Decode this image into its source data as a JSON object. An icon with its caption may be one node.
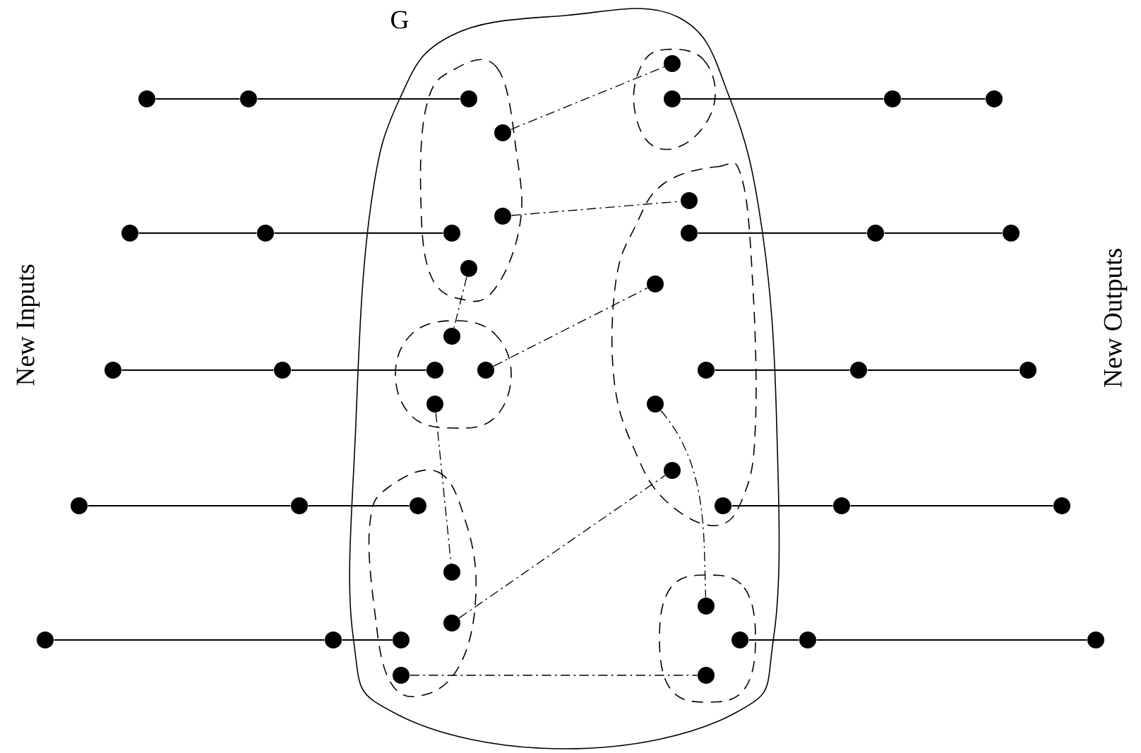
{
  "diagram": {
    "nodes": [
      {
        "text": [
          "G"
        ]
      },
      {
        "text": [],
        "shape": "oval",
        "in": 0
      },
      {
        "text": [],
        "shape": "circle",
        "in": 1
      },
      {
        "text": [],
        "shape": "circle",
        "in": 1
      },
      {
        "text": [],
        "shape": "circle",
        "in": 1
      },
      {
        "text": [],
        "shape": "circle",
        "in": 1
      },
      {
        "text": [],
        "shape": "circle",
        "in": 1
      },
      {
        "text": [],
        "shape": "oval",
        "in": 0
      },
      {
        "text": [],
        "shape": "circle",
        "in": 7
      },
      {
        "text": [],
        "shape": "circle",
        "in": 7
      },
      {
        "text": [],
        "shape": "oval",
        "in": 0
      },
      {
        "text": [],
        "shape": "circle",
        "in": 10
      },
      {
        "text": [],
        "shape": "circle",
        "in": 10
      },
      {
        "text": [],
        "shape": "circle",
        "in": 10
      },
      {
        "text": [],
        "shape": "circle",
        "in": 10
      },
      {
        "text": [],
        "shape": "oval",
        "in": 0
      },
      {
        "text": [],
        "shape": "circle",
        "in": 15
      },
      {
        "text": [],
        "shape": "circle",
        "in": 15
      },
      {
        "text": [],
        "shape": "circle",
        "in": 15
      },
      {
        "text": [],
        "shape": "circle",
        "in": 15
      },
      {
        "text": [],
        "shape": "circle",
        "in": 15
      },
      {
        "text": [],
        "shape": "circle",
        "in": 15
      },
      {
        "text": [],
        "shape": "circle",
        "in": 15
      },
      {
        "text": [],
        "shape": "oval",
        "in": 0
      },
      {
        "text": [],
        "shape": "circle",
        "in": 23
      },
      {
        "text": [],
        "shape": "circle",
        "in": 23
      },
      {
        "text": [],
        "shape": "circle",
        "in": 23
      },
      {
        "text": [],
        "shape": "circle",
        "in": 23
      },
      {
        "text": [],
        "shape": "circle",
        "in": 23
      },
      {
        "text": [],
        "shape": "oval",
        "in": 0
      },
      {
        "text": [],
        "shape": "circle",
        "in": 29
      },
      {
        "text": [],
        "shape": "circle",
        "in": 29
      },
      {
        "text": [],
        "shape": "circle",
        "in": 29
      },
      {
        "text": [],
        "shape": "circle"
      },
      {
        "text": [],
        "shape": "circle"
      },
      {
        "text": [],
        "shape": "circle"
      },
      {
        "text": [],
        "shape": "circle"
      },
      {
        "text": [],
        "shape": "circle"
      },
      {
        "text": [],
        "shape": "circle"
      },
      {
        "text": [],
        "shape": "circle"
      },
      {
        "text": [],
        "shape": "circle"
      },
      {
        "text": [],
        "shape": "circle"
      },
      {
        "text": [],
        "shape": "circle"
      },
      {
        "text": [],
        "shape": "circle"
      },
      {
        "text": [],
        "shape": "circle"
      },
      {
        "text": [],
        "shape": "circle"
      },
      {
        "text": [],
        "shape": "circle"
      },
      {
        "text": [],
        "shape": "circle"
      },
      {
        "text": [],
        "shape": "circle"
      },
      {
        "text": [],
        "shape": "circle"
      },
      {
        "text": [],
        "shape": "circle"
      },
      {
        "text": [],
        "shape": "circle"
      },
      {
        "text": [],
        "shape": "circle"
      }
    ],
    "edges": [
      {
        "from": 33,
        "to": 34,
        "arrow": "none"
      },
      {
        "from": 34,
        "to": 2,
        "arrow": "none"
      },
      {
        "from": 9,
        "to": 35,
        "arrow": "none"
      },
      {
        "from": 35,
        "to": 36,
        "arrow": "none"
      },
      {
        "from": 37,
        "to": 38,
        "arrow": "none"
      },
      {
        "from": 38,
        "to": 5,
        "arrow": "none"
      },
      {
        "from": 17,
        "to": 39,
        "arrow": "none"
      },
      {
        "from": 39,
        "to": 40,
        "arrow": "none"
      },
      {
        "from": 41,
        "to": 42,
        "arrow": "none"
      },
      {
        "from": 42,
        "to": 12,
        "arrow": "none"
      },
      {
        "from": 19,
        "to": 43,
        "arrow": "none"
      },
      {
        "from": 43,
        "to": 44,
        "arrow": "none"
      },
      {
        "from": 45,
        "to": 46,
        "arrow": "none"
      },
      {
        "from": 46,
        "to": 24,
        "arrow": "none"
      },
      {
        "from": 22,
        "to": 47,
        "arrow": "none"
      },
      {
        "from": 47,
        "to": 48,
        "arrow": "none"
      },
      {
        "from": 49,
        "to": 50,
        "arrow": "none"
      },
      {
        "from": 50,
        "to": 27,
        "arrow": "none"
      },
      {
        "from": 31,
        "to": 51,
        "arrow": "none"
      },
      {
        "from": 51,
        "to": 52,
        "arrow": "none"
      },
      {
        "from": 3,
        "to": 8,
        "arrow": "none",
        "style": "dashed"
      },
      {
        "from": 4,
        "to": 16,
        "arrow": "none",
        "style": "dashed"
      },
      {
        "from": 6,
        "to": 11,
        "arrow": "none",
        "style": "dashed"
      },
      {
        "from": 13,
        "to": 18,
        "arrow": "none",
        "style": "dashed"
      },
      {
        "from": 14,
        "to": 25,
        "arrow": "none",
        "style": "dashed"
      },
      {
        "from": 26,
        "to": 21,
        "arrow": "none",
        "style": "dashed"
      },
      {
        "from": 28,
        "to": 32,
        "arrow": "none",
        "style": "dashed"
      },
      {
        "from": 20,
        "to": 30,
        "arrow": "none",
        "style": "dashed"
      }
    ],
    "labels": [
      "New Inputs",
      "New Outputs"
    ]
  }
}
